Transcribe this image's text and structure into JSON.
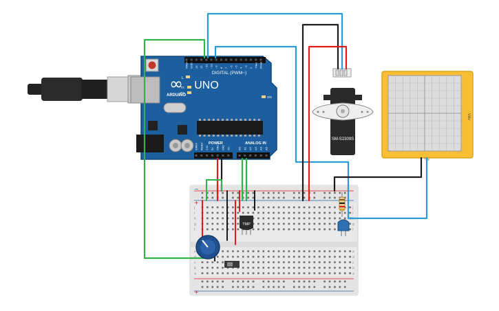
{
  "arduino": {
    "brand": "ARDUINO",
    "model": "UNO",
    "logo_symbol": "∞",
    "digital_label": "DIGITAL (PWM~)",
    "power_label": "POWER",
    "analog_label": "ANALOG IN",
    "on_label": "ON",
    "l_label": "L",
    "tx_label": "TX",
    "rx_label": "RX",
    "digital_pins": [
      "AREF",
      "GND",
      "13",
      "12",
      "~11",
      "~10",
      "~9",
      "8",
      "7",
      "~6",
      "~5",
      "4",
      "~3",
      "2",
      "TX▸1",
      "RX◂0"
    ],
    "power_pins": [
      "IOREF",
      "RESET",
      "3.3V",
      "5V",
      "GND",
      "GND",
      "Vin"
    ],
    "analog_pins": [
      "A0",
      "A1",
      "A2",
      "A3",
      "A4",
      "A5"
    ]
  },
  "servo": {
    "part_number": "SM-S2309S"
  },
  "oscilloscope": {
    "brand_label": "Vdiv",
    "probe_label": "Trig"
  },
  "sensor": {
    "label": "TMP"
  },
  "breadboard": {
    "row_letters_top": [
      "j",
      "i",
      "h",
      "g",
      "f"
    ],
    "row_letters_bottom": [
      "e",
      "d",
      "c",
      "b",
      "a"
    ],
    "plus": "+",
    "minus": "−"
  },
  "colors": {
    "board": "#1d5e9e",
    "board_dark": "#174e84",
    "wire_red": "#e01b1b",
    "wire_black": "#1b1b1b",
    "wire_green": "#2fb34a",
    "wire_blue": "#2a9bd6",
    "breadboard": "#e9e9e9",
    "scope_frame": "#f7be36"
  }
}
